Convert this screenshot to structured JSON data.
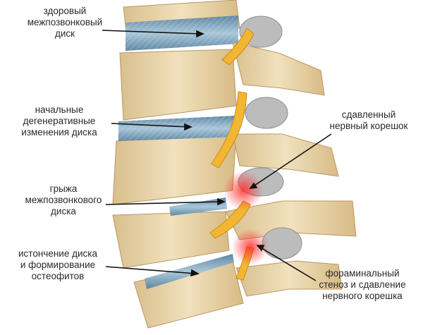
{
  "labels": {
    "healthy_disc": "здоровый\nмежпозвонковый\nдиск",
    "early_degeneration": "начальные\nдегенеративные\nизменения диска",
    "compressed_root": "сдавленный\nнервный корешок",
    "herniation": "грыжа\nмежпозвонкового\nдиска",
    "thinning": "истончение диска\nи формирование\nостеофитов",
    "foraminal_stenosis": "фораминальный\nстеноз и сдавление\nнервного корешка"
  },
  "colors": {
    "bone": "#e9d6ad",
    "bone_shadow": "#c9a977",
    "disc": "#7fa6bf",
    "nerve": "#f2b632",
    "osteophyte": "#b8b8b8",
    "inflammation": "#ff3b3b",
    "pointer": "#111111"
  }
}
